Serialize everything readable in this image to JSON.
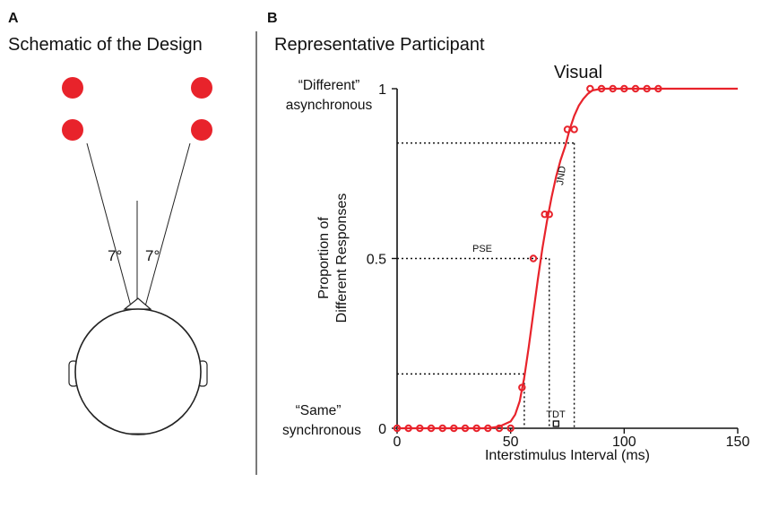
{
  "panel_a": {
    "letter": "A",
    "title": "Schematic of the Design",
    "angle_left": "7°",
    "angle_right": "7°",
    "led_color": "#e8232b"
  },
  "panel_b": {
    "letter": "B",
    "title": "Representative Participant",
    "response_labels": {
      "different_line1": "“Different”",
      "different_line2": "asynchronous",
      "same_line1": "“Same”",
      "same_line2": "synchronous"
    },
    "annotations": {
      "pse": "PSE",
      "jnd": "JND",
      "tdt": "TDT"
    }
  },
  "chart_data": {
    "type": "scatter",
    "title": "Visual",
    "xlabel": "Interstimulus Interval (ms)",
    "ylabel_line1": "Proportion of",
    "ylabel_line2": "Different Responses",
    "xlim": [
      0,
      150
    ],
    "ylim": [
      0,
      1
    ],
    "x_ticks": [
      0,
      50,
      100,
      150
    ],
    "x_tick_labels": [
      "0",
      "50",
      "100",
      "150"
    ],
    "y_ticks": [
      0,
      0.5,
      1
    ],
    "y_tick_labels": [
      "0",
      "0.5",
      "1"
    ],
    "color": "#e8232b",
    "grid": false,
    "series": [
      {
        "kind": "points",
        "x": [
          0,
          5,
          10,
          15,
          20,
          25,
          30,
          35,
          40,
          45,
          50,
          55,
          60,
          65,
          67,
          75,
          78,
          85,
          90,
          95,
          100,
          105,
          110,
          115
        ],
        "y": [
          0,
          0,
          0,
          0,
          0,
          0,
          0,
          0,
          0,
          0,
          0,
          0.12,
          0.5,
          0.63,
          0.63,
          0.88,
          0.88,
          1,
          1,
          1,
          1,
          1,
          1,
          1
        ]
      },
      {
        "kind": "fit",
        "x": [
          0,
          20,
          40,
          45,
          50,
          52,
          54,
          56,
          58,
          60,
          62,
          64,
          66,
          68,
          70,
          72,
          74,
          76,
          78,
          80,
          82,
          84,
          86,
          90,
          95,
          100,
          150
        ],
        "y": [
          0,
          0,
          0,
          0.005,
          0.02,
          0.04,
          0.08,
          0.15,
          0.24,
          0.34,
          0.44,
          0.53,
          0.61,
          0.68,
          0.74,
          0.79,
          0.83,
          0.88,
          0.92,
          0.95,
          0.97,
          0.985,
          0.995,
          1,
          1,
          1,
          1
        ]
      }
    ],
    "reference_lines": {
      "y_levels": [
        0.16,
        0.5,
        0.84
      ],
      "x_positions": [
        56,
        67,
        78
      ],
      "pse_x": 67,
      "tdt_x": 70,
      "tdt_width": 2
    }
  }
}
